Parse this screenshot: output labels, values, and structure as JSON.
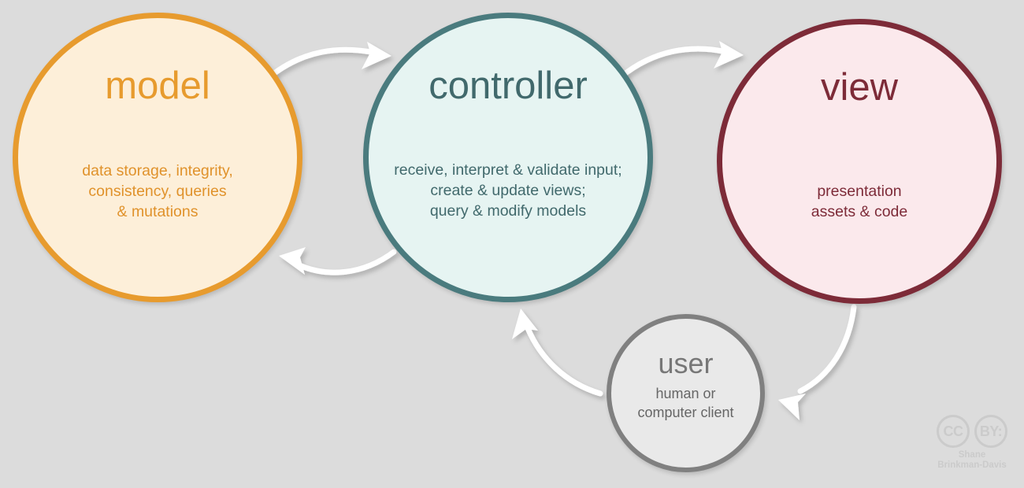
{
  "diagram": {
    "title": "MVC architecture diagram",
    "background_color": "#dcdcdc",
    "nodes": [
      {
        "id": "model",
        "title": "model",
        "description": "data storage, integrity,\nconsistency, queries\n& mutations",
        "border_color": "#e79b2e",
        "fill_color": "#fdefd9",
        "text_color": "#e79b2e"
      },
      {
        "id": "controller",
        "title": "controller",
        "description": "receive, interpret & validate input;\ncreate & update views;\nquery & modify models",
        "border_color": "#4a7b7e",
        "fill_color": "#e6f4f2",
        "text_color": "#41696c"
      },
      {
        "id": "view",
        "title": "view",
        "description": "presentation\nassets & code",
        "border_color": "#7d2b38",
        "fill_color": "#fbe9ec",
        "text_color": "#7d2b38"
      },
      {
        "id": "user",
        "title": "user",
        "description": "human or\ncomputer client",
        "border_color": "#808080",
        "fill_color": "#e9e9e9",
        "text_color": "#6e6e6e"
      }
    ],
    "arrows": [
      {
        "id": "model-to-controller",
        "from": "model",
        "to": "controller",
        "color": "#ffffff"
      },
      {
        "id": "controller-to-model",
        "from": "controller",
        "to": "model",
        "color": "#ffffff"
      },
      {
        "id": "controller-to-view",
        "from": "controller",
        "to": "view",
        "color": "#ffffff"
      },
      {
        "id": "view-to-user",
        "from": "view",
        "to": "user",
        "color": "#ffffff"
      },
      {
        "id": "user-to-controller",
        "from": "user",
        "to": "controller",
        "color": "#ffffff"
      }
    ]
  },
  "license": {
    "cc_label": "CC",
    "by_label": "BY:",
    "author_line1": "Shane",
    "author_line2": "Brinkman-Davis",
    "color": "#cbcbcb"
  }
}
